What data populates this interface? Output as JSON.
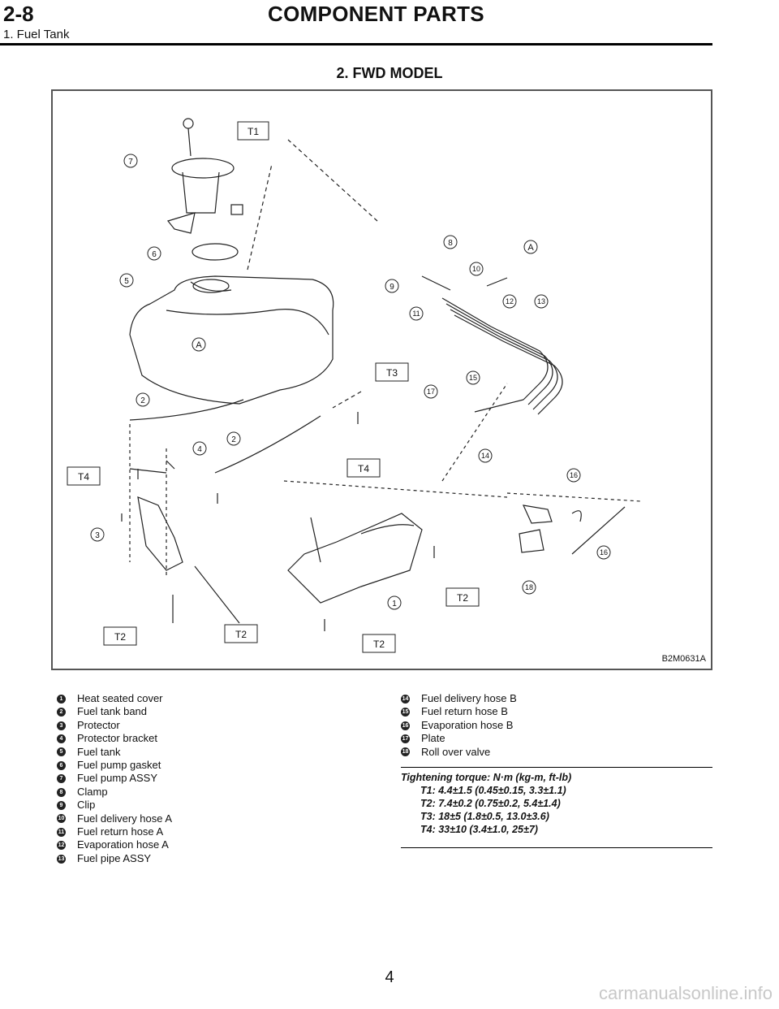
{
  "header": {
    "section_number": "2-8",
    "title": "COMPONENT PARTS",
    "subtitle": "1. Fuel Tank"
  },
  "section_title": "2. FWD MODEL",
  "figure": {
    "code": "B2M0631A",
    "callouts": [
      "T1",
      "T2",
      "T2",
      "T2",
      "T2",
      "T3",
      "T4",
      "T4",
      "A",
      "A",
      "1",
      "2",
      "2",
      "3",
      "4",
      "5",
      "6",
      "7",
      "8",
      "9",
      "10",
      "11",
      "12",
      "13",
      "14",
      "15",
      "16",
      "16",
      "17",
      "18"
    ]
  },
  "parts": [
    {
      "num": "1",
      "label": "Heat seated cover"
    },
    {
      "num": "2",
      "label": "Fuel tank band"
    },
    {
      "num": "3",
      "label": "Protector"
    },
    {
      "num": "4",
      "label": "Protector bracket"
    },
    {
      "num": "5",
      "label": "Fuel tank"
    },
    {
      "num": "6",
      "label": "Fuel pump gasket"
    },
    {
      "num": "7",
      "label": "Fuel pump ASSY"
    },
    {
      "num": "8",
      "label": "Clamp"
    },
    {
      "num": "9",
      "label": "Clip"
    },
    {
      "num": "10",
      "label": "Fuel delivery hose A"
    },
    {
      "num": "11",
      "label": "Fuel return hose A"
    },
    {
      "num": "12",
      "label": "Evaporation hose A"
    },
    {
      "num": "13",
      "label": "Fuel pipe ASSY"
    },
    {
      "num": "14",
      "label": "Fuel delivery hose B"
    },
    {
      "num": "15",
      "label": "Fuel return hose B"
    },
    {
      "num": "16",
      "label": "Evaporation hose B"
    },
    {
      "num": "17",
      "label": "Plate"
    },
    {
      "num": "18",
      "label": "Roll over valve"
    }
  ],
  "torque": {
    "heading": "Tightening torque: N·m (kg-m, ft-lb)",
    "lines": [
      "T1: 4.4±1.5 (0.45±0.15, 3.3±1.1)",
      "T2: 7.4±0.2 (0.75±0.2, 5.4±1.4)",
      "T3: 18±5 (1.8±0.5, 13.0±3.6)",
      "T4: 33±10 (3.4±1.0, 25±7)"
    ]
  },
  "page_number": "4",
  "watermark": "carmanualsonline.info"
}
